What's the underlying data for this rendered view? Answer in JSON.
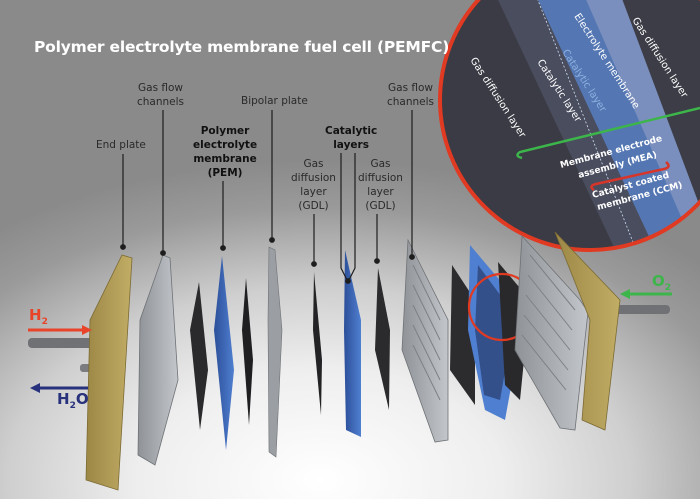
{
  "title": "Polymer electrolyte membrane fuel cell (PEMFC)",
  "labels": {
    "end_plate": "End plate",
    "gas_flow_channels_left": [
      "Gas flow",
      "channels"
    ],
    "pem": [
      "Polymer",
      "electrolyte",
      "membrane",
      "(PEM)"
    ],
    "bipolar_plate": "Bipolar plate",
    "gdl_left": [
      "Gas",
      "diffusion",
      "layer",
      "(GDL)"
    ],
    "catalytic_layers": [
      "Catalytic",
      "layers"
    ],
    "gdl_right": [
      "Gas",
      "diffusion",
      "layer",
      "(GDL)"
    ],
    "gas_flow_channels_right": [
      "Gas flow",
      "channels"
    ]
  },
  "gases": {
    "h2_in": {
      "symbol": "H",
      "sub": "2",
      "color": "#e8442a"
    },
    "h2o_out": {
      "symbol": "H",
      "sub": "2",
      "tail": "O",
      "color": "#27317c"
    },
    "o2_in": {
      "symbol": "O",
      "sub": "2",
      "color": "#3cb54a"
    }
  },
  "inset": {
    "layers": [
      "Gas diffusion layer",
      "Catalytic layer",
      "Catalytic layer",
      "Electrolyte membrane",
      "Gas diffusion layer"
    ],
    "mea_label": [
      "Membrane electrode",
      "assembly (MEA)"
    ],
    "ccm_label": [
      "Catalyst coated",
      "membrane (CCM)"
    ],
    "colors": {
      "ring": "#e03a22",
      "mea": "#3cb54a",
      "ccm": "#d8352a",
      "membrane": "#5b86c4",
      "gdl": "#3e3f48"
    }
  },
  "colors": {
    "end_plate": "#b5a05a",
    "flow_plate": "#a9adb2",
    "gdl": "#2b2b2d",
    "pem": "#3d6bc0"
  }
}
